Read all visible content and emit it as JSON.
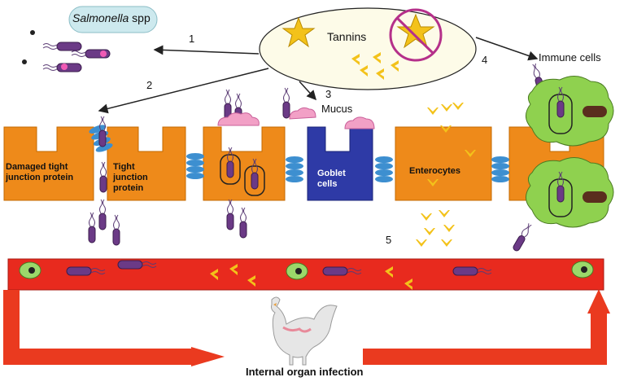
{
  "labels": {
    "salmonella_genus": "Salmonella",
    "salmonella_suffix": " spp",
    "tannins": "Tannins",
    "mucus": "Mucus",
    "immune_cells": "Immune cells",
    "damaged_tj": "Damaged tight junction protein",
    "tight_junction": "Tight junction protein",
    "goblet": "Goblet cells",
    "enterocytes": "Enterocytes",
    "internal_organ": "Internal organ infection"
  },
  "steps": [
    "1",
    "2",
    "3",
    "4",
    "5"
  ],
  "colors": {
    "cell_orange": "#ee8a1a",
    "goblet_blue": "#2e3aa6",
    "junction_blue": "#3d8fd0",
    "bacteria_purple": "#6b3a86",
    "mucus_pink": "#f2a0c6",
    "tannin_yellow": "#f3c21a",
    "blood_red": "#e82a1e",
    "immune_green": "#8fd14f",
    "label_bubble": "#cde9ee"
  },
  "icons": [
    "star-icon",
    "chevron-icon",
    "bacteria-icon",
    "chicken-icon"
  ]
}
